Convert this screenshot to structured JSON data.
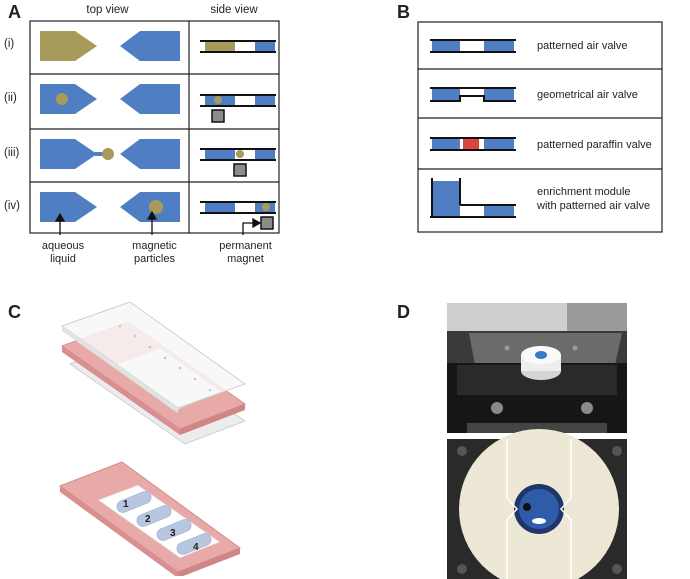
{
  "panels": {
    "a": "A",
    "b": "B",
    "c": "C",
    "d": "D"
  },
  "panel_a": {
    "col_headers": [
      "top view",
      "side view"
    ],
    "rows": [
      "(i)",
      "(ii)",
      "(iii)",
      "(iv)"
    ],
    "annotations": {
      "aqueous": "aqueous\nliquid",
      "magnetic": "magnetic\nparticles",
      "magnet": "permanent\nmagnet"
    }
  },
  "panel_b": {
    "rows": [
      {
        "label": "patterned air valve"
      },
      {
        "label": "geometrical air valve"
      },
      {
        "label": "patterned paraffin valve"
      },
      {
        "label": "enrichment module\nwith patterned air valve"
      }
    ]
  },
  "panel_c": {
    "chambers": [
      "1",
      "2",
      "3",
      "4"
    ]
  },
  "colors": {
    "blue": "#4f7fc2",
    "olive": "#a89a5a",
    "paraffin": "#d9453f",
    "pink": "#e8a9a9",
    "chamber": "#b9c6e0"
  }
}
